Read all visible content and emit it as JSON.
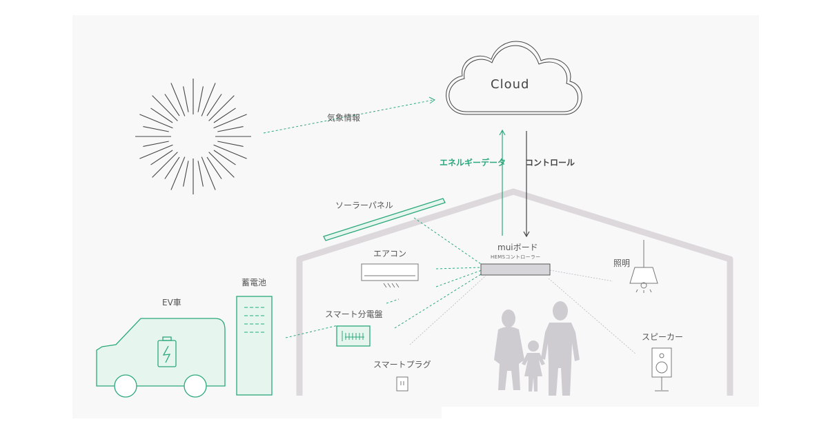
{
  "cloud": {
    "label": "Cloud"
  },
  "weather": {
    "label": "気象情報"
  },
  "flows": {
    "energy_data": "エネルギーデータ",
    "control": "コントロール"
  },
  "hub": {
    "label": "muiボード",
    "sublabel": "HEMSコントローラー"
  },
  "devices": {
    "solar_panel": "ソーラーパネル",
    "air_conditioner": "エアコン",
    "battery": "蓄電池",
    "ev": "EV車",
    "smart_panel": "スマート分電盤",
    "smart_plug": "スマートプラグ",
    "lighting": "照明",
    "speaker": "スピーカー"
  },
  "colors": {
    "accent": "#2aa87a",
    "line": "#444444",
    "house": "#dcd8dc",
    "background_panel": "#f7f7f8",
    "people": "#cfccd1"
  },
  "icons": [
    "sun-icon",
    "cloud-icon",
    "solar-panel-icon",
    "air-conditioner-icon",
    "battery-icon",
    "ev-car-icon",
    "smart-panel-icon",
    "smart-plug-icon",
    "lamp-icon",
    "speaker-icon",
    "family-silhouette"
  ]
}
